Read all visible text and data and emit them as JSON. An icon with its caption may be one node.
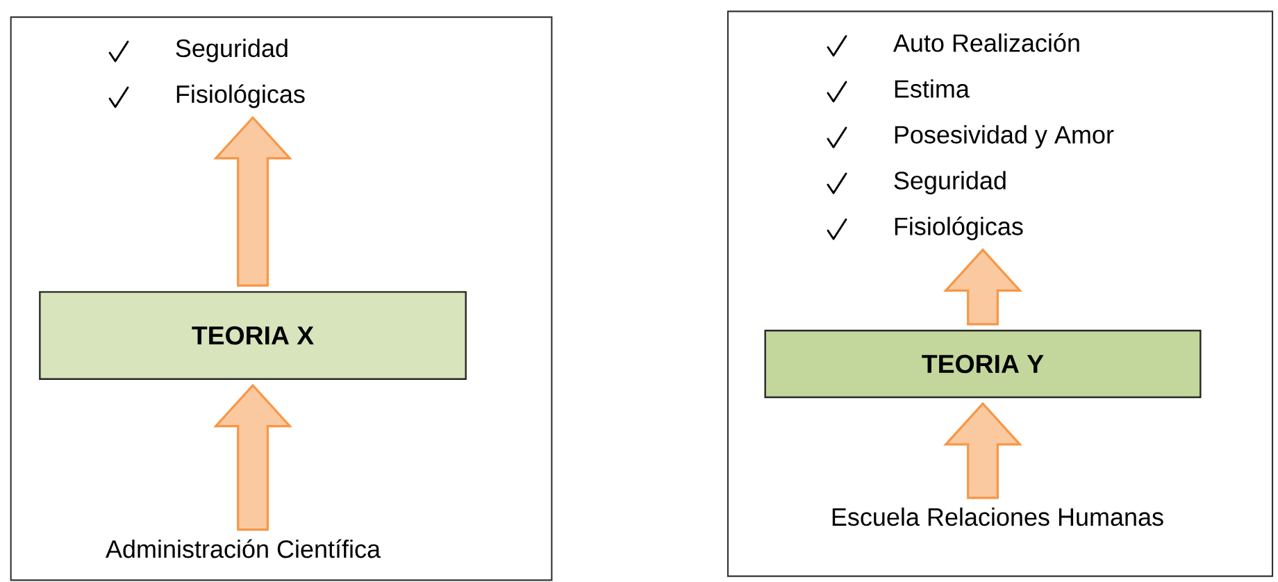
{
  "diagram": {
    "nodes": [
      {
        "text": [],
        "shape": "box"
      },
      {
        "text": [
          "Seguridad",
          "Fisiológicas"
        ],
        "in": 0
      },
      {
        "text": [
          "TEORIA X"
        ],
        "in": 0
      },
      {
        "text": [
          "Administración Científica"
        ],
        "in": 0
      },
      {
        "text": [],
        "shape": "box"
      },
      {
        "text": [
          "Auto Realización",
          "Estima",
          "Posesividad y Amor",
          "Seguridad",
          "Fisiológicas"
        ],
        "in": 4
      },
      {
        "text": [
          "TEORIA Y"
        ],
        "in": 4
      },
      {
        "text": [
          "Escuela Relaciones Humanas"
        ],
        "in": 4
      }
    ],
    "edges": [
      {
        "from": 3,
        "to": 2,
        "arrow": "to"
      },
      {
        "from": 2,
        "to": 1,
        "arrow": "to"
      },
      {
        "from": 7,
        "to": 6,
        "arrow": "to"
      },
      {
        "from": 6,
        "to": 5,
        "arrow": "to"
      }
    ]
  }
}
